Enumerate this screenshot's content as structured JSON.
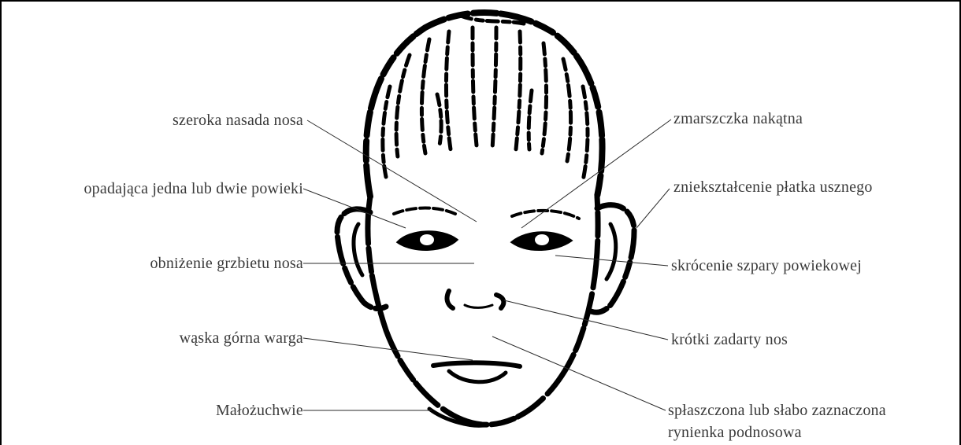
{
  "labels": {
    "left": [
      {
        "id": "wide-nasal-bridge",
        "text": "szeroka nasada nosa"
      },
      {
        "id": "drooping-eyelids",
        "text": "opadająca jedna lub  dwie powieki"
      },
      {
        "id": "lowered-nasal-bridge",
        "text": "obniżenie grzbietu nosa"
      },
      {
        "id": "thin-upper-lip",
        "text": "wąska górna warga"
      },
      {
        "id": "micrognathia",
        "text": "Małożuchwie"
      }
    ],
    "right": [
      {
        "id": "epicanthal-fold",
        "text": "zmarszczka nakątna"
      },
      {
        "id": "ear-lobe-deformity",
        "text": "zniekształcenie płatka usznego"
      },
      {
        "id": "short-palpebral-fissure",
        "text": "skrócenie szpary powiekowej"
      },
      {
        "id": "short-upturned-nose",
        "text": "krótki zadarty nos"
      },
      {
        "id": "flat-philtrum",
        "text": "spłaszczona lub słabo zaznaczona",
        "text2": "rynienka podnosowa"
      }
    ]
  },
  "colors": {
    "ink": "#000000",
    "text": "#3a3a3a",
    "leader": "#2a2a2a"
  }
}
